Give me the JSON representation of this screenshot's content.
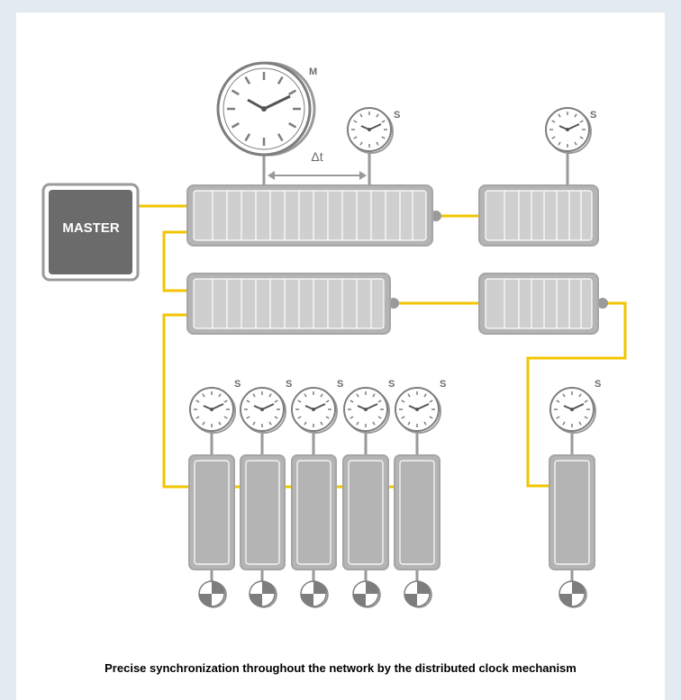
{
  "colors": {
    "device_fill": "#b4b4b4",
    "device_stroke": "#a6a6a6",
    "slot_fill": "#cfcfcf",
    "line_yellow": "#f2c500",
    "master_fill": "#6b6b6b",
    "clock_stroke": "#7d7d7d"
  },
  "master": {
    "label": "MASTER"
  },
  "reference_clock": {
    "label": "M"
  },
  "slave_clock": {
    "label": "S"
  },
  "offset": {
    "label": "Δt"
  },
  "caption": "Precise synchronization throughout the network by the distributed clock mechanism"
}
